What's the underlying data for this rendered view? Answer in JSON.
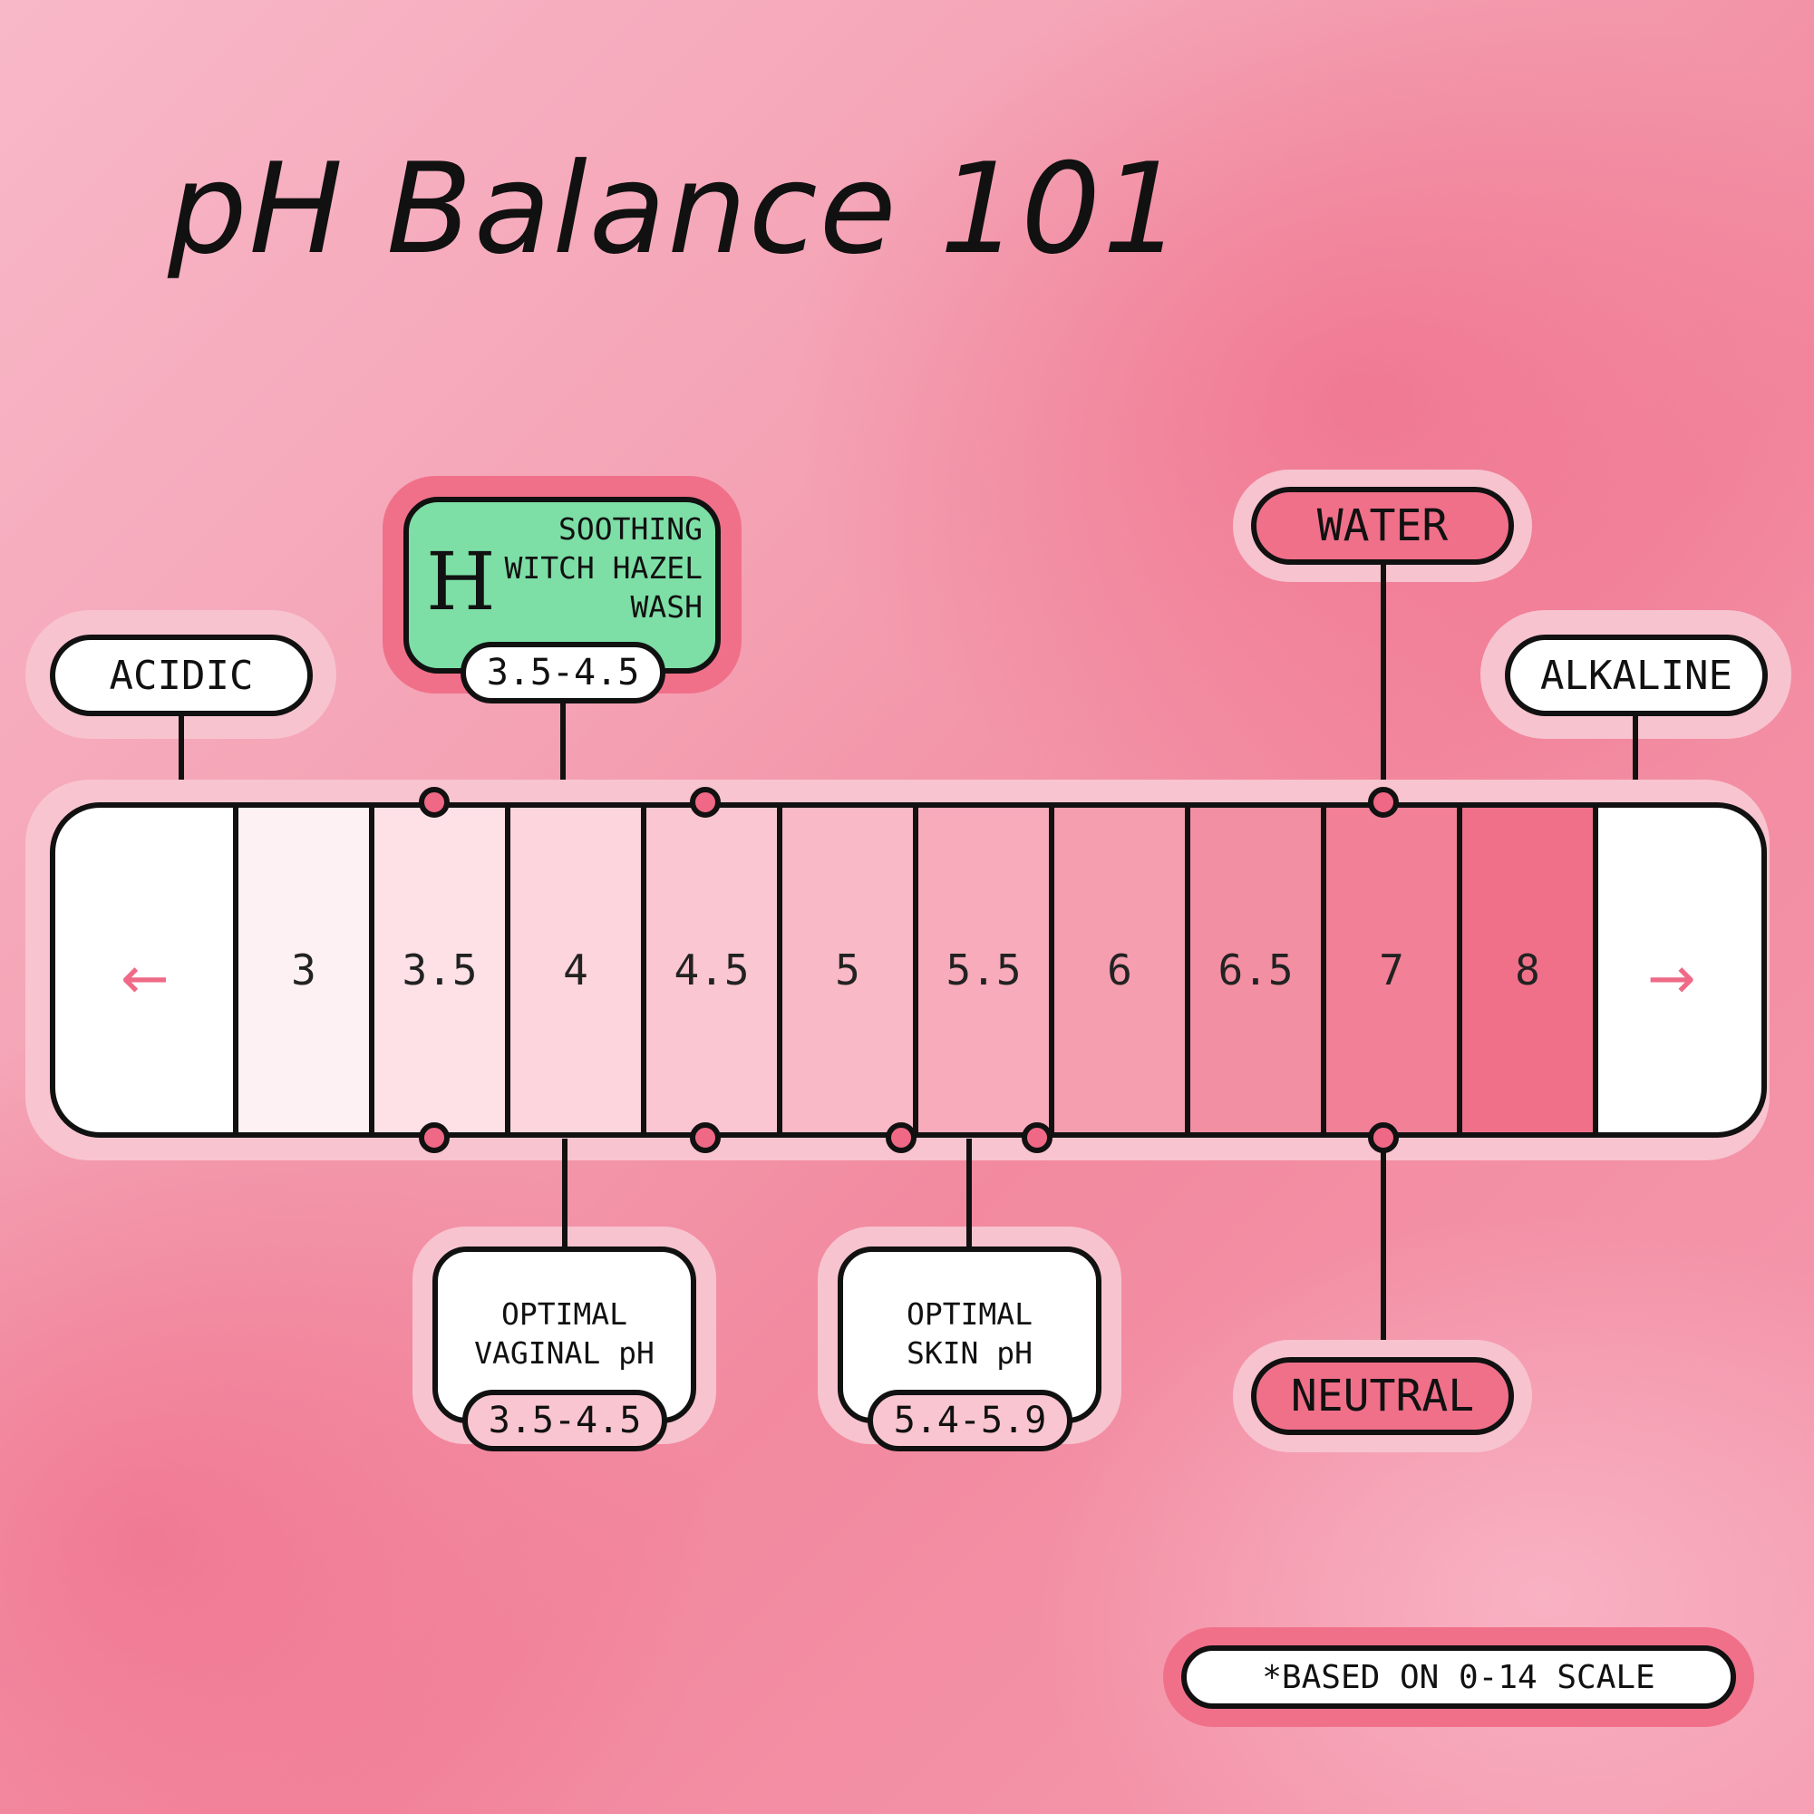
{
  "title": "pH Balance 101",
  "labels": {
    "acidic": "ACIDIC",
    "alkaline": "ALKALINE",
    "water": "WATER",
    "neutral": "NEUTRAL",
    "footnote": "*BASED ON 0-14 SCALE"
  },
  "product": {
    "logo": "H",
    "name": "SOOTHING\nWITCH HAZEL\nWASH",
    "range": "3.5-4.5"
  },
  "vaginal": {
    "label": "OPTIMAL\nVAGINAL pH",
    "range": "3.5-4.5"
  },
  "skin": {
    "label": "OPTIMAL\nSKIN pH",
    "range": "5.4-5.9"
  },
  "scale": {
    "values": [
      "3",
      "3.5",
      "4",
      "4.5",
      "5",
      "5.5",
      "6",
      "6.5",
      "7",
      "8"
    ],
    "colors": [
      "#fdf1f3",
      "#fde1e6",
      "#fcd5dd",
      "#fac6d1",
      "#f9b9c6",
      "#f7abbb",
      "#f59eb0",
      "#f38fa3",
      "#f28097",
      "#f07089"
    ],
    "left_icon": "arrow-left-icon",
    "right_icon": "arrow-right-icon"
  },
  "colors": {
    "accent_pink": "#ef6885",
    "product_green": "#7ddfa6",
    "halo_pink": "#f8c4cf"
  }
}
